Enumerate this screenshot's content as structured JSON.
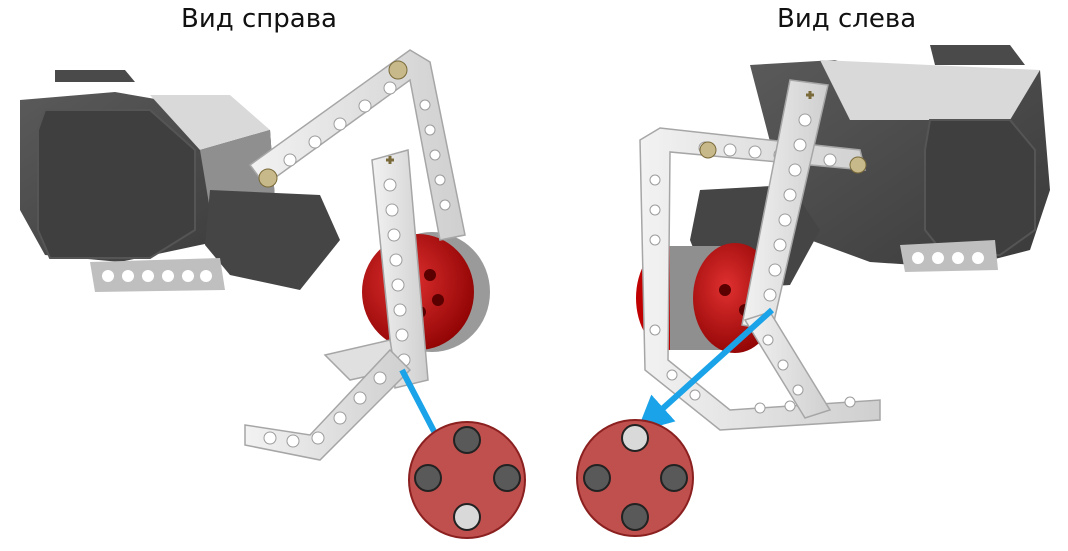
{
  "labels": {
    "right_view": "Вид справа",
    "left_view": "Вид слева"
  },
  "colors": {
    "motor_dark": "#4d4d4d",
    "motor_face": "#3f3f3f",
    "motor_light": "#d9d9d9",
    "beam": "#e6e6e6",
    "beam_hole": "#ffffff",
    "hub_red": "#c00000",
    "disk_fill": "#c0504d",
    "disk_stroke": "#8b2020",
    "disk_hole_dark": "#595959",
    "disk_hole_light": "#d9d9d9",
    "arrow": "#1aa3e8"
  },
  "disks": {
    "right_view_highlight": "bottom",
    "left_view_highlight": "top"
  }
}
